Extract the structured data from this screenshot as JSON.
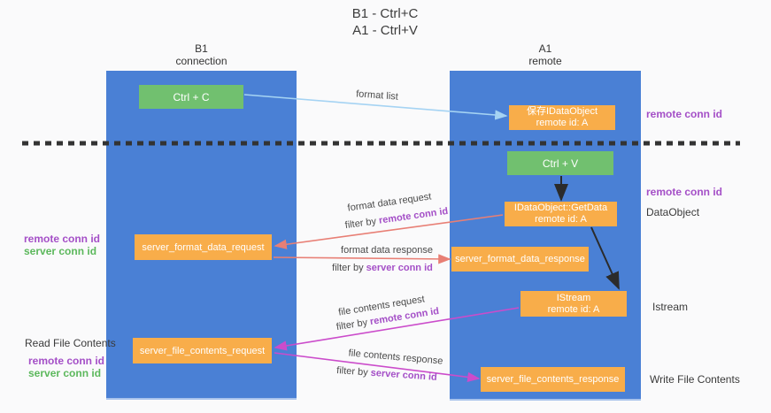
{
  "title": {
    "line1": "B1 - Ctrl+C",
    "line2": "A1 - Ctrl+V"
  },
  "lifelines": {
    "b1": {
      "name": "B1",
      "subtitle": "connection"
    },
    "a1": {
      "name": "A1",
      "subtitle": "remote"
    }
  },
  "boxes": {
    "ctrl_c": {
      "label": "Ctrl + C"
    },
    "ctrl_v": {
      "label": "Ctrl + V"
    },
    "save_idataobject": {
      "line1": "保存IDataObject",
      "line2": "remote id: A"
    },
    "idataobject_getdata": {
      "line1": "IDataObject::GetData",
      "line2": "remote id: A"
    },
    "istream": {
      "line1": "IStream",
      "line2": "remote id: A"
    },
    "server_format_data_request": {
      "label": "server_format_data_request"
    },
    "server_format_data_response": {
      "label": "server_format_data_response"
    },
    "server_file_contents_request": {
      "label": "server_file_contents_request"
    },
    "server_file_contents_response": {
      "label": "server_file_contents_response"
    }
  },
  "arrow_labels": {
    "format_list": "format list",
    "format_data_request": "format data request",
    "format_data_response": "format data response",
    "file_contents_request": "file contents request",
    "file_contents_response": "file contents response",
    "filter_by": "filter by"
  },
  "side_labels": {
    "remote_conn_id": "remote conn id",
    "server_conn_id": "server conn id",
    "dataobject": "DataObject",
    "istream": "Istream",
    "read_file_contents": "Read File Contents",
    "write_file_contents": "Write File Contents"
  },
  "colors": {
    "lifeline_blue": "#4a80d5",
    "box_orange": "#f8ad4a",
    "box_green": "#71c06f",
    "arrow_light_blue": "#a5d3f3",
    "arrow_black": "#2b2b2b",
    "arrow_salmon": "#e87f75",
    "arrow_magenta": "#cb4ccb",
    "text_purple": "#a44fc7",
    "text_green": "#5cb85c",
    "dashed_divider": "#333333"
  }
}
